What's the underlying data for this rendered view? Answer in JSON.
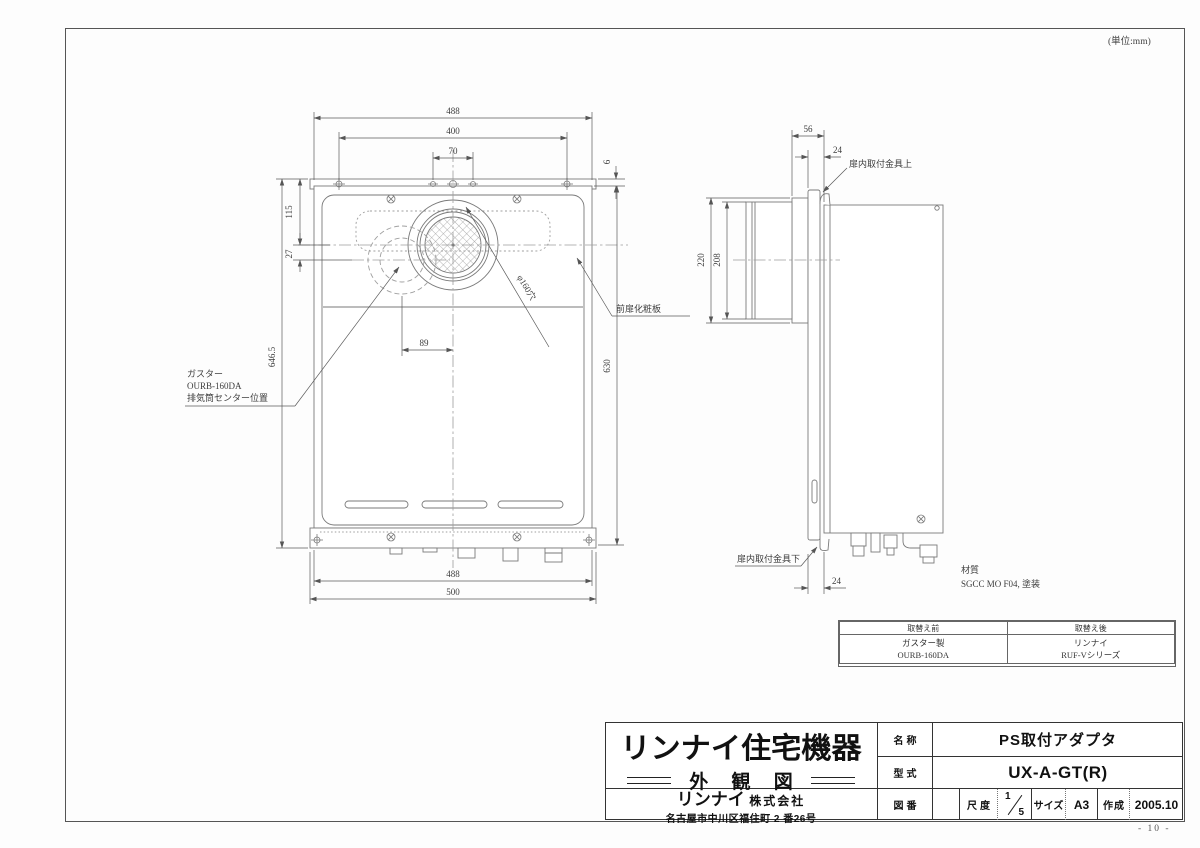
{
  "sheet": {
    "unit_note": "(単位:mm)",
    "page_number": "- 10 -"
  },
  "front_view": {
    "dims": {
      "panel_width": "488",
      "mount_pitch_width": "400",
      "top_hole_pitch": "70",
      "flange_lip": "6",
      "flue_center_from_top": "115",
      "old_center_vertical_offset": "27",
      "overall_height": "646.5",
      "panel_height": "630",
      "old_center_horizontal_offset": "89",
      "bottom_panel_width": "488",
      "flange_width": "500"
    },
    "labels": {
      "flue_hole": "φ160穴",
      "front_panel": "前扉化粧板",
      "old_unit_line1": "ガスター",
      "old_unit_line2": "OURB-160DA",
      "old_unit_line3": "排気筒センター位置"
    }
  },
  "side_view": {
    "dims": {
      "duct_depth": "56",
      "bracket_top_offset": "24",
      "opening_outer": "220",
      "opening_inner": "208",
      "bracket_bottom_offset": "24"
    },
    "labels": {
      "bracket_upper": "扉内取付金具上",
      "bracket_lower": "扉内取付金具下",
      "material_label": "材質",
      "material_value": "SGCC MO F04, 塗装"
    }
  },
  "replacement_table": {
    "header_before": "取替え前",
    "header_after": "取替え後",
    "before_line1": "ガスター製",
    "before_line2": "OURB-160DA",
    "after_line1": "リンナイ",
    "after_line2": "RUF-Vシリーズ"
  },
  "title_block": {
    "logo": "リンナイ住宅機器",
    "drawing_type": "外 観 図",
    "company_name": "リンナイ",
    "company_suffix": "株式会社",
    "company_address": "名古屋市中川区福住町 2 番26号",
    "name_label": "名称",
    "name_value": "PS取付アダプタ",
    "model_label": "型式",
    "model_value": "UX-A-GT(R)",
    "drawing_no_label": "図番",
    "scale_label": "尺度",
    "scale_numerator": "1",
    "scale_denominator": "5",
    "size_label": "サイズ",
    "size_value": "A3",
    "created_label": "作成",
    "created_value": "2005.10"
  }
}
